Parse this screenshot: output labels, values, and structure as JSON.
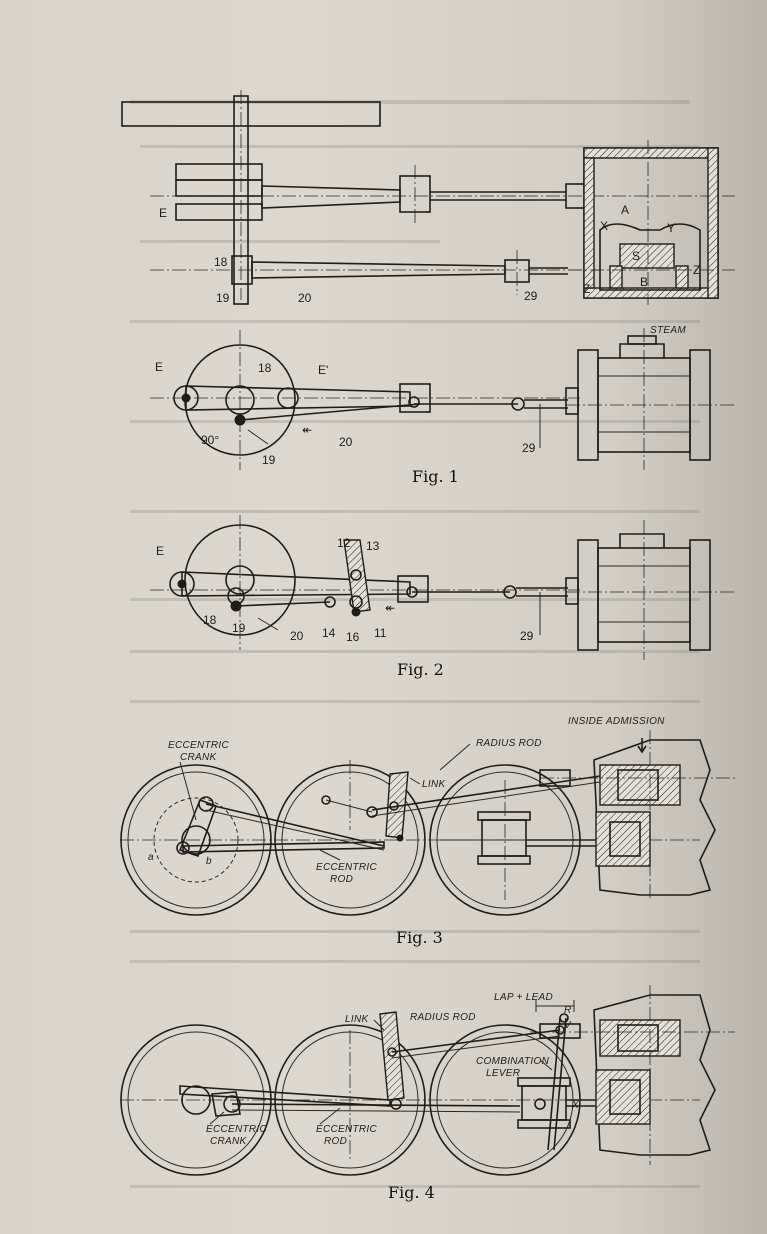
{
  "figures": [
    {
      "caption": "Fig. 1",
      "labels": [
        "E",
        "A",
        "X",
        "Y",
        "S",
        "B",
        "Z",
        "Z",
        "18",
        "19",
        "20",
        "29",
        "E",
        "E'",
        "18",
        "90°",
        "19",
        "20",
        "29",
        "STEAM"
      ]
    },
    {
      "caption": "Fig. 2",
      "labels": [
        "E",
        "12",
        "13",
        "18",
        "19",
        "20",
        "14",
        "16",
        "11",
        "29"
      ]
    },
    {
      "caption": "Fig. 3",
      "labels": [
        "ECCENTRIC",
        "CRANK",
        "a",
        "b",
        "ECCENTRIC",
        "ROD",
        "LINK",
        "RADIUS ROD",
        "INSIDE ADMISSION"
      ]
    },
    {
      "caption": "Fig. 4",
      "labels": [
        "LINK",
        "RADIUS ROD",
        "LAP + LEAD",
        "R",
        "V",
        "COMBINATION",
        "LEVER",
        "X",
        "ECCENTRIC",
        "CRANK",
        "ECCENTRIC",
        "ROD"
      ]
    }
  ]
}
